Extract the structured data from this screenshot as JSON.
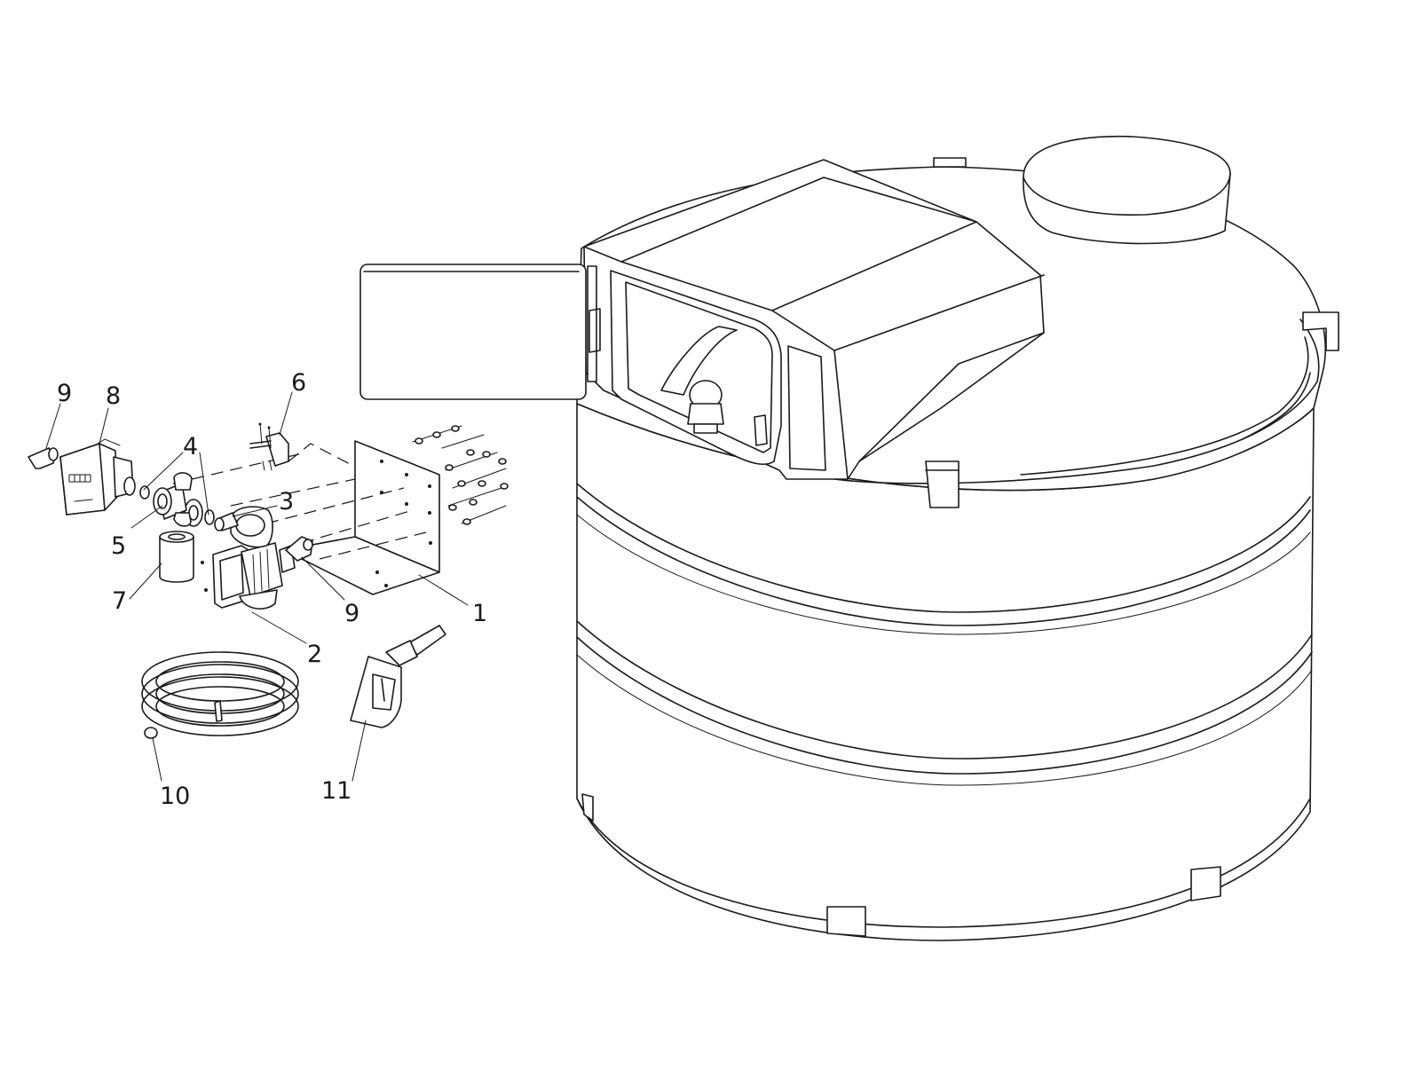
{
  "callouts": [
    {
      "id": "1",
      "text": "1"
    },
    {
      "id": "2",
      "text": "2"
    },
    {
      "id": "3",
      "text": "3"
    },
    {
      "id": "4",
      "text": "4"
    },
    {
      "id": "5",
      "text": "5"
    },
    {
      "id": "6",
      "text": "6"
    },
    {
      "id": "7",
      "text": "7"
    },
    {
      "id": "8",
      "text": "8"
    },
    {
      "id": "9a",
      "text": "9"
    },
    {
      "id": "9b",
      "text": "9"
    },
    {
      "id": "10",
      "text": "10"
    },
    {
      "id": "11",
      "text": "11"
    }
  ],
  "colors": {
    "line": "#1a1a1a",
    "background": "#ffffff"
  }
}
